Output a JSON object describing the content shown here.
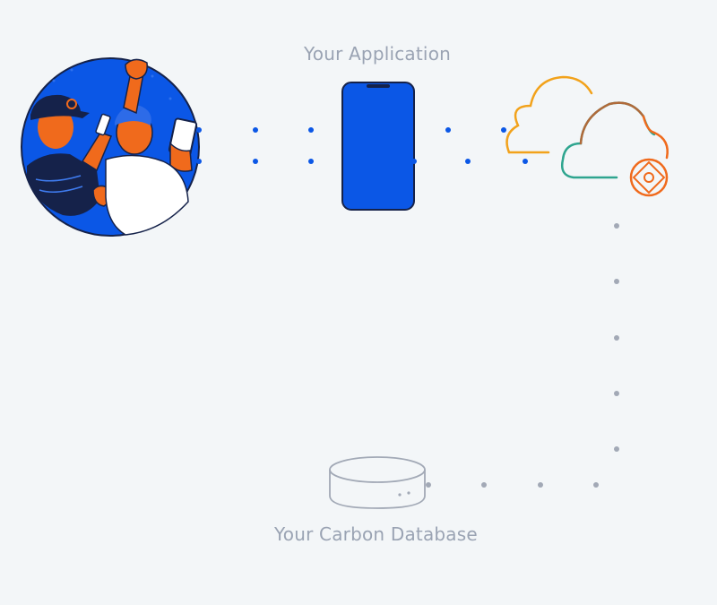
{
  "diagram": {
    "application_label": "Your Application",
    "database_label": "Your Carbon Database"
  },
  "colors": {
    "background": "#f3f6f8",
    "blue": "#0b57e6",
    "navy": "#15224a",
    "orange": "#f06a1c",
    "amber": "#f2a21b",
    "teal": "#2ea58f",
    "gray": "#a2a9b6",
    "label": "#9aa3b3"
  },
  "icons": {
    "users": "users-illustration",
    "phone": "phone-icon",
    "cloud": "cloud-icon",
    "database": "database-icon"
  }
}
